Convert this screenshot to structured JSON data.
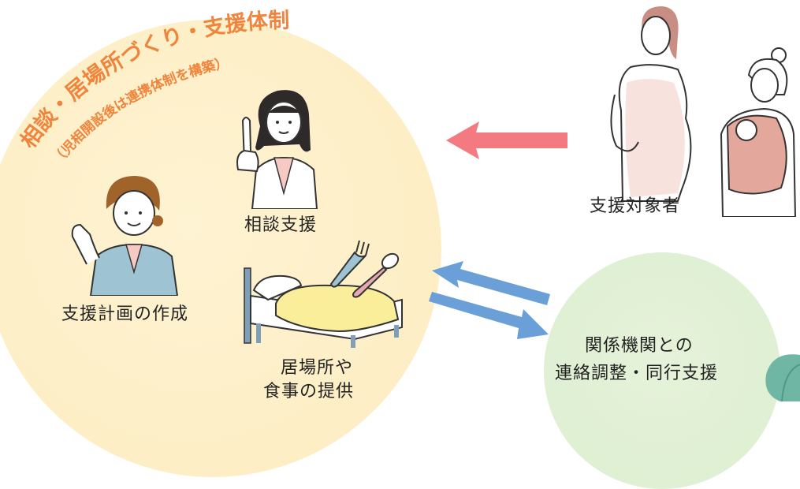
{
  "hub": {
    "title": "相談・居場所づくり・支援体制",
    "subtitle": "（児相開設後は連携体制を構築）",
    "title_color": "#f0843c",
    "circle_color": "#fdefc7"
  },
  "roles": {
    "consultation": "相談支援",
    "planning": "支援計画の作成",
    "place_line1": "居場所や",
    "place_line2": "食事の提供"
  },
  "target": {
    "label": "支援対象者"
  },
  "partners": {
    "line1": "関係機関との",
    "line2": "連絡調整・同行支援",
    "circle_color": "#e3f0d6"
  },
  "colors": {
    "arrow_pink": "#f27a80",
    "arrow_blue": "#6a9fd8"
  },
  "icons": [
    "doctor-pointing-icon",
    "woman-presenting-icon",
    "bed-icon",
    "fork-icon",
    "spoon-icon",
    "pregnant-woman-icon",
    "mother-with-baby-icon",
    "leaf-icon"
  ]
}
